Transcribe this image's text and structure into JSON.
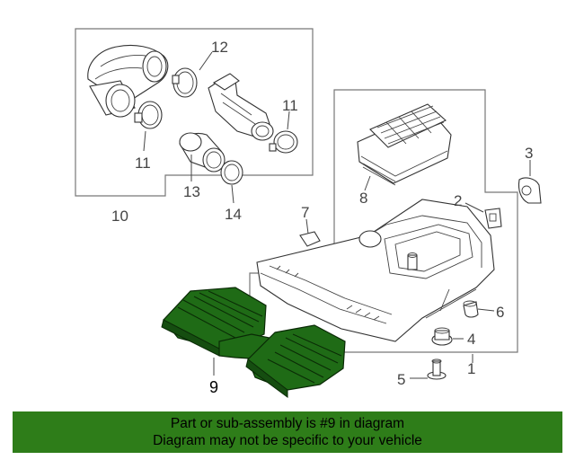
{
  "callouts": {
    "c1": "1",
    "c2": "2",
    "c3": "3",
    "c4": "4",
    "c5": "5",
    "c6": "6",
    "c7": "7",
    "c8": "8",
    "c9": "9",
    "c10": "10",
    "c11a": "11",
    "c11b": "11",
    "c12": "12",
    "c13": "13",
    "c14": "14"
  },
  "colors": {
    "highlight": "#1f6b16",
    "banner": "#2e7d19"
  },
  "banner": {
    "line1": "Part or sub-assembly is #9 in diagram",
    "line2": "Diagram may not be specific to your vehicle"
  }
}
